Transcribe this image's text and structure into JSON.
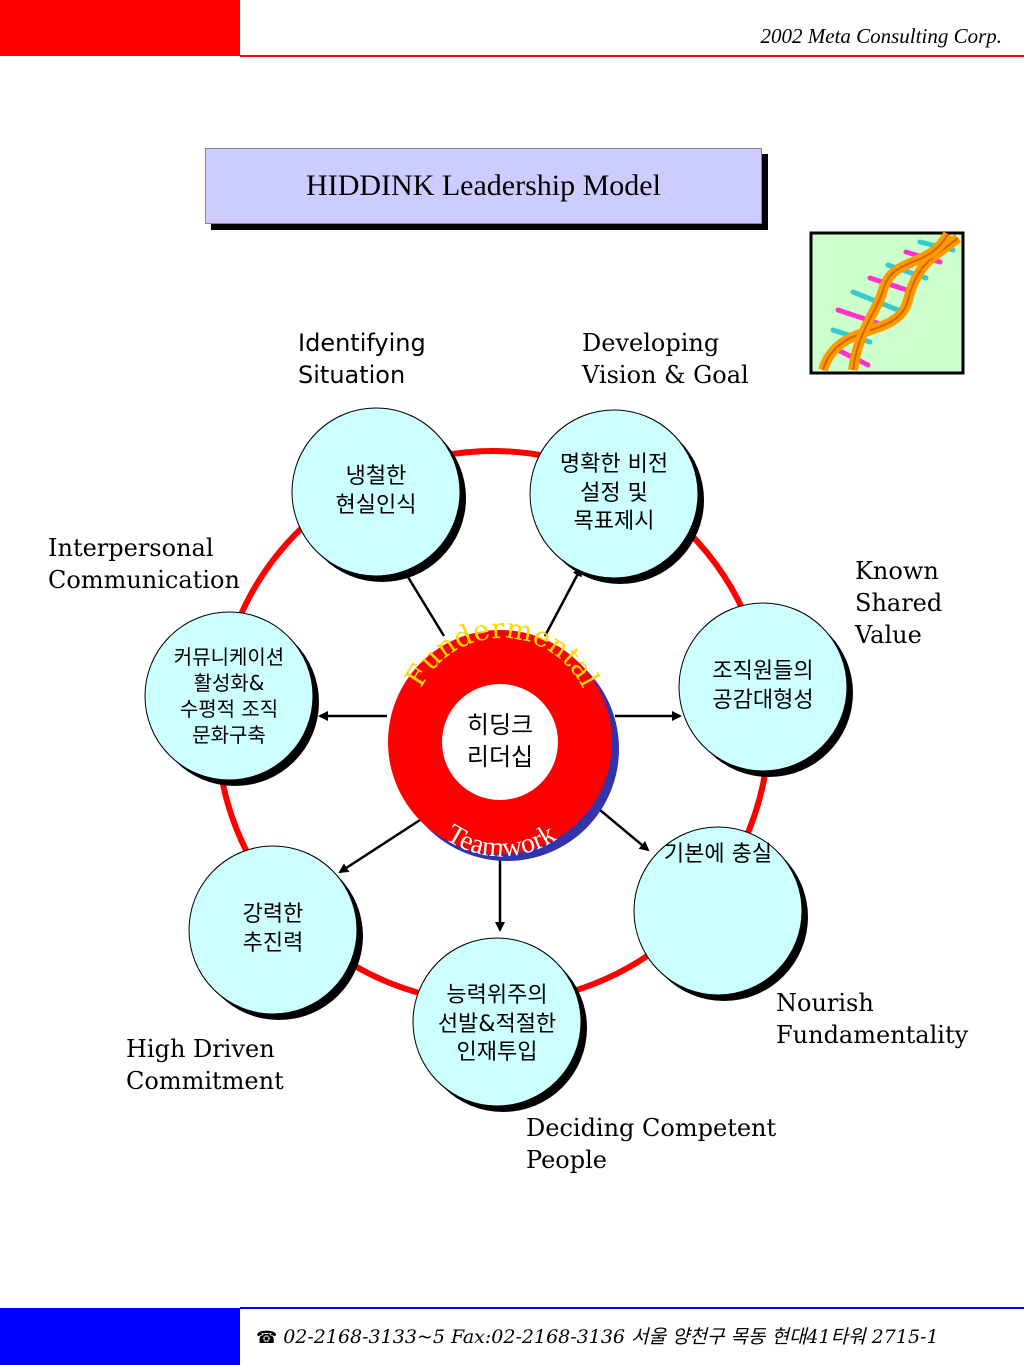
{
  "header": {
    "company": "2002 Meta Consulting Corp."
  },
  "title": "HIDDINK Leadership  Model",
  "center": {
    "label": "히딩크\n리더십",
    "ring_top": "Fundermental",
    "ring_bottom": "Teamwork"
  },
  "nodes": [
    {
      "id": "situation",
      "text": "냉철한\n현실인식",
      "label": "Identifying\nSituation"
    },
    {
      "id": "vision",
      "text": "명확한 비전\n설정 및\n목표제시",
      "label": "Developing\nVision & Goal"
    },
    {
      "id": "shared-value",
      "text": "조직원들의\n공감대형성",
      "label": "Known\nShared\nValue"
    },
    {
      "id": "fundamentality",
      "text": "기본에 충실",
      "label": "Nourish\nFundamentality"
    },
    {
      "id": "competent-people",
      "text": "능력위주의\n선발&적절한\n인재투입",
      "label": "Deciding Competent\nPeople"
    },
    {
      "id": "commitment",
      "text": "강력한\n추진력",
      "label": "High Driven\nCommitment"
    },
    {
      "id": "communication",
      "text": "커뮤니케이션\n활성화&\n수평적 조직\n문화구축",
      "label": "Interpersonal\nCommunication"
    }
  ],
  "footer": {
    "icon": "phone-icon",
    "text": "02-2168-3133~5  Fax:02-2168-3136 서울 양천구 목동 현대41타워 2715-1"
  },
  "colors": {
    "red": "#ff0000",
    "blue": "#0000ff",
    "ring_shadow": "#3333aa",
    "title_bg": "#ccccff",
    "node_fill": "#ccffff",
    "ring_text": "#ffd700"
  }
}
